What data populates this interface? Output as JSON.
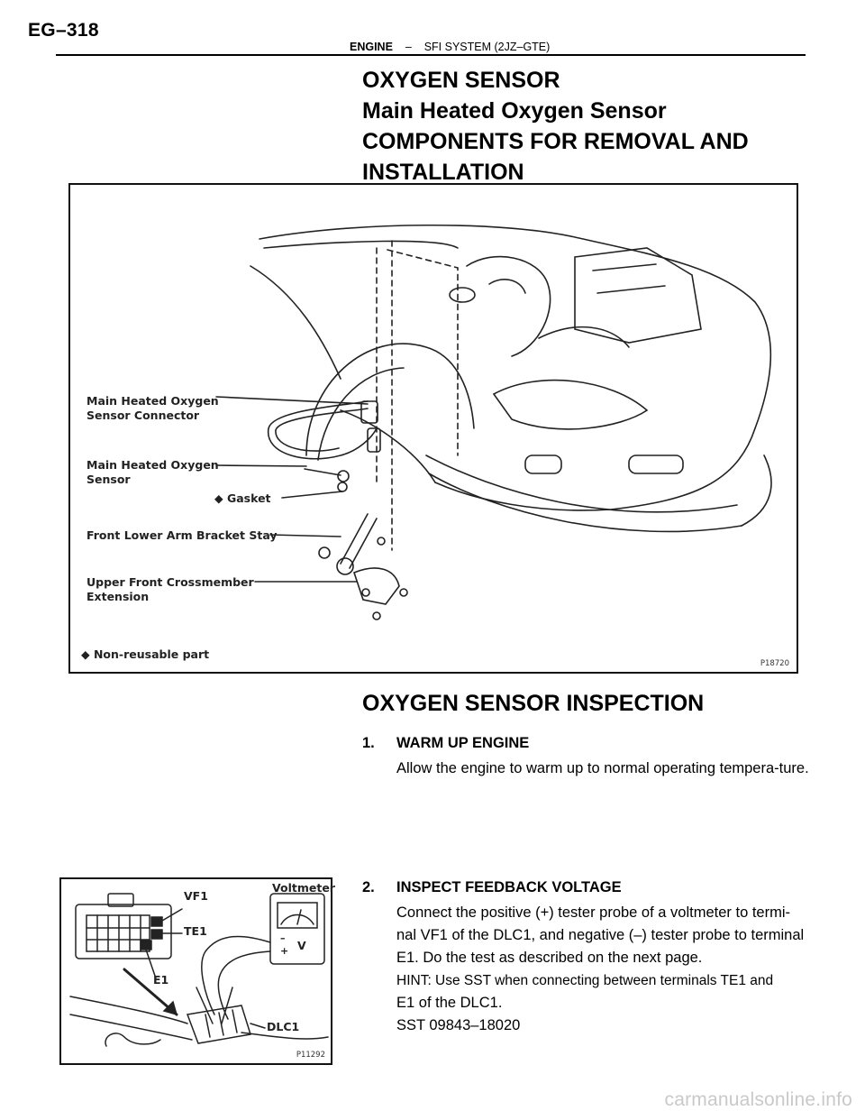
{
  "page": {
    "page_number": "EG–318",
    "section_bold": "ENGINE",
    "section_sep": "–",
    "section_rest": "SFI SYSTEM (2JZ–GTE)"
  },
  "heading_main": {
    "line1": "OXYGEN SENSOR",
    "line2": "Main Heated Oxygen Sensor",
    "line3": "COMPONENTS FOR REMOVAL AND",
    "line4": "INSTALLATION"
  },
  "figure1": {
    "labels": {
      "connector_l1": "Main Heated Oxygen",
      "connector_l2": "Sensor Connector",
      "sensor_l1": "Main Heated Oxygen",
      "sensor_l2": "Sensor",
      "gasket": "◆ Gasket",
      "bracket_stay": "Front Lower Arm Bracket Stay",
      "crossmember_l1": "Upper Front Crossmember",
      "crossmember_l2": "Extension",
      "non_reusable": "◆ Non-reusable part"
    },
    "figure_id": "P18720"
  },
  "inspection": {
    "heading": "OXYGEN SENSOR INSPECTION",
    "step1": {
      "number": "1.",
      "title": "WARM UP ENGINE",
      "body": "Allow the engine to warm up to normal operating tempera-ture."
    },
    "step2": {
      "number": "2.",
      "title": "INSPECT FEEDBACK VOLTAGE",
      "line1": "Connect the positive (+) tester probe of a voltmeter to termi-",
      "line2": "nal VF1 of the DLC1, and negative (–) tester probe to terminal",
      "line3": "E1. Do the test as described on the next page.",
      "hint_line1": "HINT: Use SST when connecting between terminals TE1 and",
      "hint_line2": "E1 of the DLC1.",
      "sst": "SST  09843–18020"
    }
  },
  "figure2": {
    "labels": {
      "vf1": "VF1",
      "te1": "TE1",
      "e1": "E1",
      "voltmeter": "Voltmeter",
      "v": "V",
      "minus": "–",
      "plus": "+",
      "dlc1": "DLC1"
    },
    "figure_id": "P11292"
  },
  "watermark": "carmanualsonline.info"
}
